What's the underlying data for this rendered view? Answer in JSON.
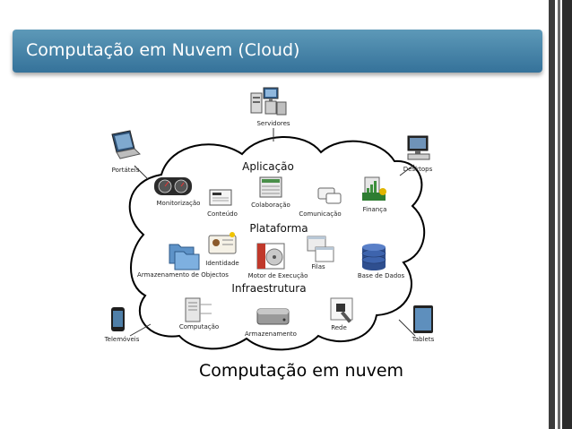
{
  "slide": {
    "title": "Computação em Nuvem (Cloud)"
  },
  "diagram": {
    "caption": "Computação em nuvem",
    "sections": {
      "application": "Aplicação",
      "platform": "Plataforma",
      "infrastructure": "Infraestrutura"
    },
    "outer": {
      "servers": "Servidores",
      "laptops": "Portáteis",
      "desktops": "Desktops",
      "phones": "Telemóveis",
      "tablets": "Tablets"
    },
    "app": {
      "monitoring": "Monitorização",
      "content": "Conteúdo",
      "collaboration": "Colaboração",
      "communication": "Comunicação",
      "finance": "Finança"
    },
    "platform": {
      "identity": "Identidade",
      "object_storage": "Armazenamento de Objectos",
      "runtime": "Motor de Execução",
      "queues": "Filas",
      "database": "Base de Dados"
    },
    "infra": {
      "compute": "Computação",
      "block_storage": "Armazenamento",
      "network": "Rede"
    }
  }
}
